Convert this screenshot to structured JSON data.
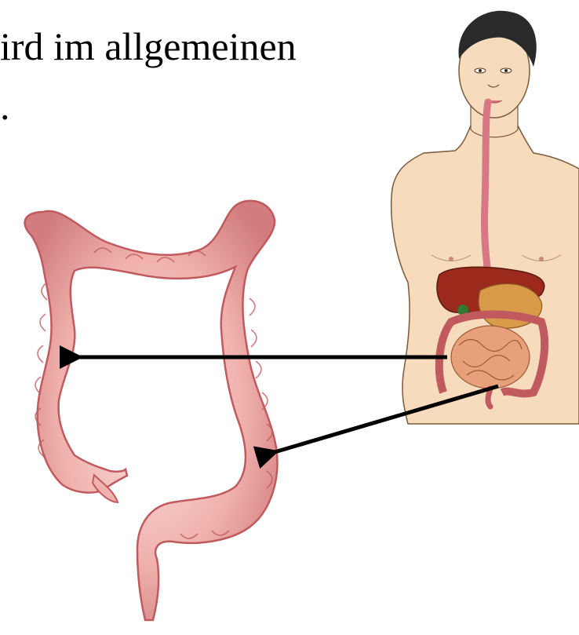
{
  "slide_text": {
    "line1": "ird im allgemeinen",
    "line2": "."
  },
  "colors": {
    "colon_fill": "#f0b2ad",
    "colon_outline": "#c05a5e",
    "skin": "#f6dcbc",
    "skin_outline": "#7a5a3a",
    "hair": "#2a2a2a",
    "esophagus": "#d87886",
    "liver": "#9c2a1c",
    "stomach": "#d99a4a",
    "intestine": "#e8a07a",
    "gallbladder": "#2f7a2f",
    "arrow": "#000000"
  },
  "figures": {
    "colon": "large-intestine-illustration",
    "body": "human-torso-digestive-illustration"
  }
}
